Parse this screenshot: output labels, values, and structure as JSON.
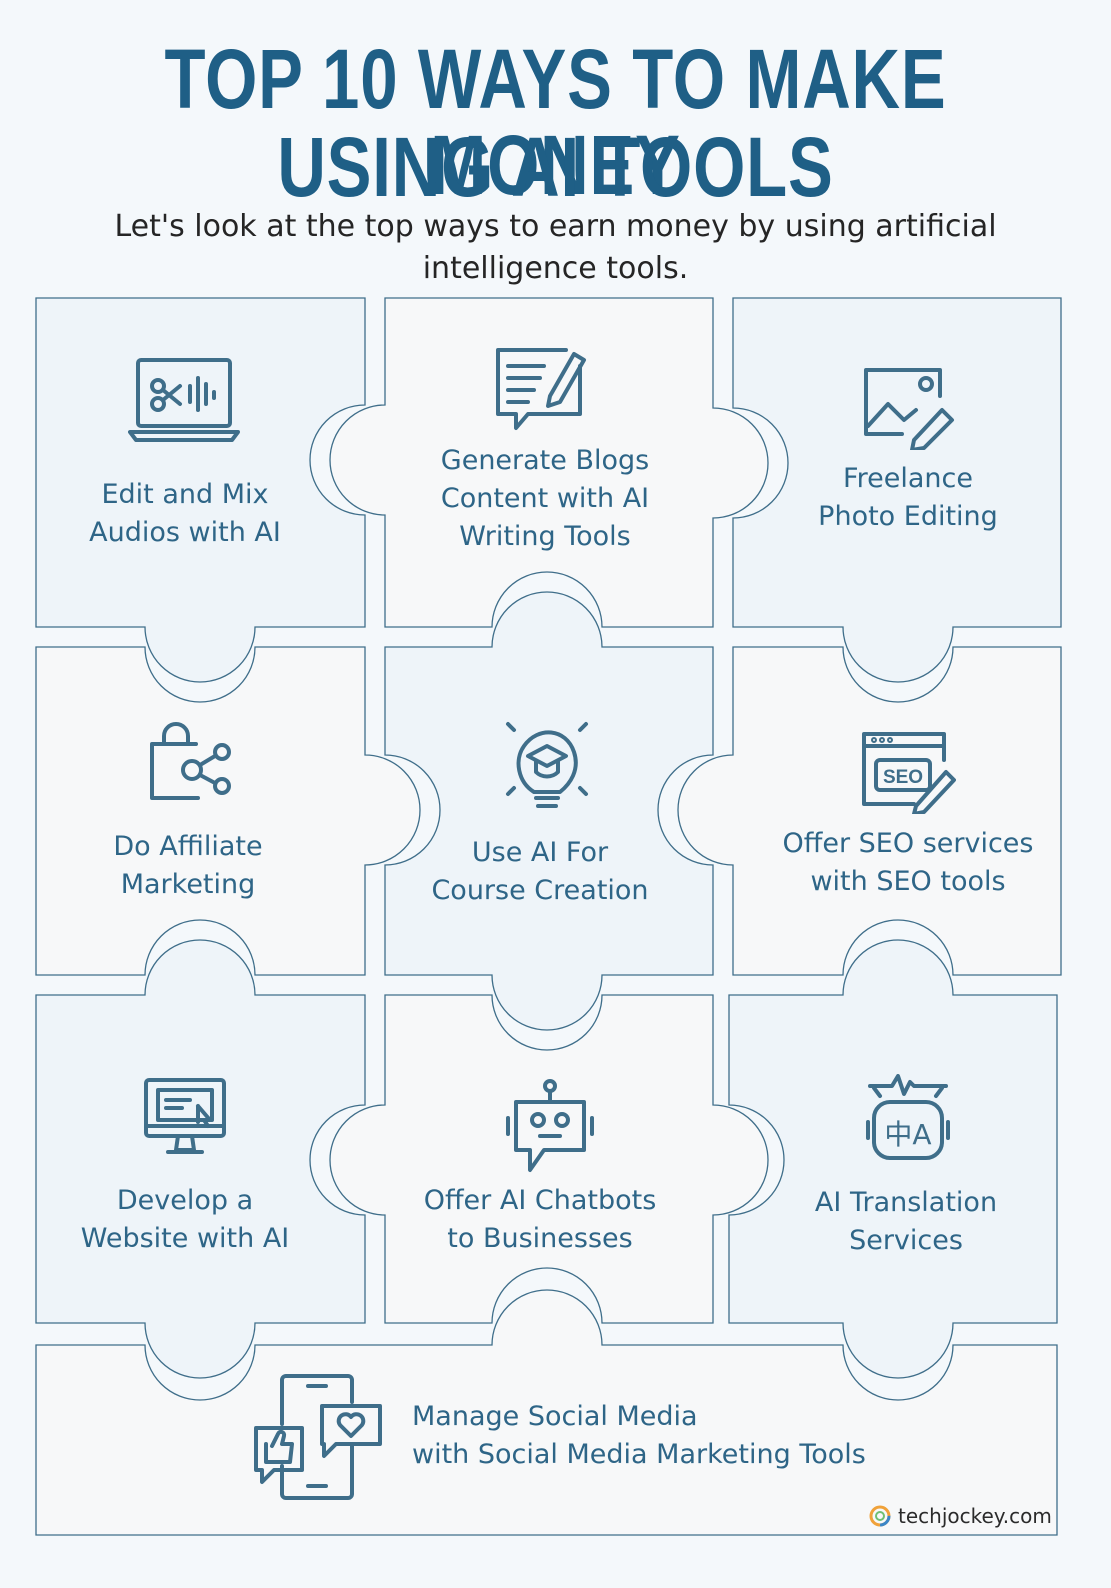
{
  "header": {
    "title_line1": "TOP 10 WAYS TO MAKE MONEY",
    "title_line2": "USING AI TOOLS",
    "subtitle": "Let's look at the top ways to earn money by using artificial intelligence tools."
  },
  "pieces": [
    {
      "line1": "Edit and Mix",
      "line2": "Audios with AI",
      "icon": "laptop-audio-edit-icon"
    },
    {
      "line1": "Generate Blogs",
      "line2": "Content with AI",
      "line3": "Writing Tools",
      "icon": "writing-chat-icon"
    },
    {
      "line1": "Freelance",
      "line2": "Photo Editing",
      "icon": "photo-edit-icon"
    },
    {
      "line1": "Do Affiliate",
      "line2": "Marketing",
      "icon": "shopping-bag-share-icon"
    },
    {
      "line1": "Use AI For",
      "line2": "Course Creation",
      "icon": "graduation-lightbulb-icon"
    },
    {
      "line1": "Offer SEO services",
      "line2": "with SEO tools",
      "icon": "seo-browser-icon"
    },
    {
      "line1": "Develop a",
      "line2": "Website with AI",
      "icon": "monitor-website-icon"
    },
    {
      "line1": "Offer AI Chatbots",
      "line2": "to Businesses",
      "icon": "robot-chat-icon"
    },
    {
      "line1": "AI Translation",
      "line2": "Services",
      "icon": "translation-robot-icon"
    },
    {
      "line1": "Manage Social Media",
      "line2": "with Social Media Marketing Tools",
      "icon": "social-media-phone-icon"
    }
  ],
  "footer": {
    "brand": "techjockey.com",
    "icon": "techjockey-logo-icon"
  },
  "colors": {
    "title": "#1f5f86",
    "label": "#2e6587",
    "stroke": "#3f6e8a",
    "fill_light": "#eef4f9",
    "fill_white": "#f7f8f9"
  }
}
